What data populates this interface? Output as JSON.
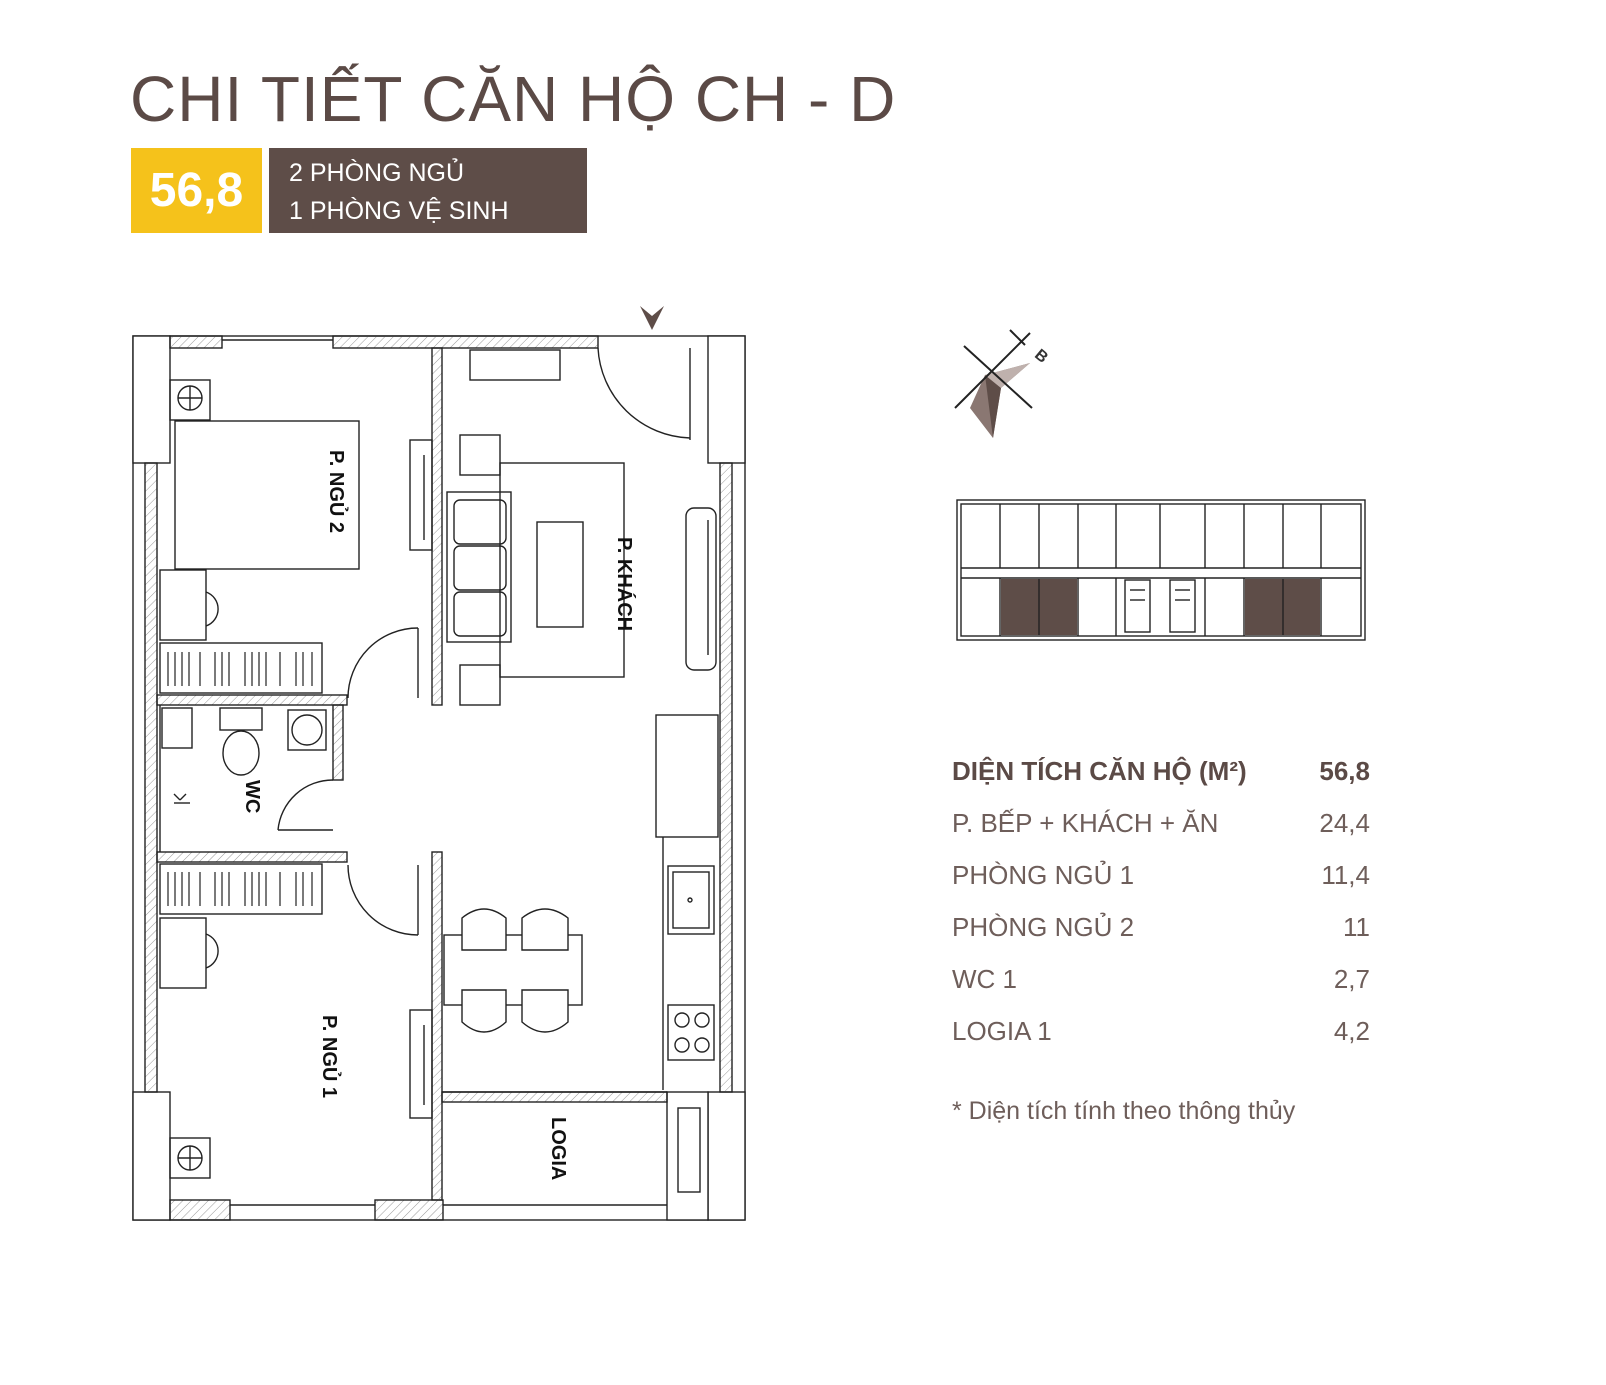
{
  "header": {
    "title": "CHI TIẾT CĂN HỘ CH - D",
    "area_badge": "56,8",
    "bedrooms": "2 PHÒNG NGỦ",
    "bathrooms": "1 PHÒNG VỆ SINH"
  },
  "floor_plan": {
    "labels": {
      "bedroom2": "P. NGỦ 2",
      "living": "P. KHÁCH",
      "wc": "WC",
      "bedroom1": "P. NGỦ 1",
      "logia": "LOGIA"
    }
  },
  "compass": {
    "direction_letter": "B"
  },
  "area_table": {
    "header": {
      "label": "DIỆN TÍCH CĂN HỘ (M²)",
      "value": "56,8"
    },
    "rows": [
      {
        "label": "P. BẾP + KHÁCH + ĂN",
        "value": "24,4"
      },
      {
        "label": "PHÒNG NGỦ 1",
        "value": "11,4"
      },
      {
        "label": "PHÒNG NGỦ 2",
        "value": "11"
      },
      {
        "label": "WC 1",
        "value": "2,7"
      },
      {
        "label": "LOGIA 1",
        "value": "4,2"
      }
    ]
  },
  "footnote": "* Diện tích tính theo thông thủy",
  "colors": {
    "accent_yellow": "#f5c21b",
    "brand_brown": "#5e4d48",
    "text_brown": "#5b4a46"
  }
}
